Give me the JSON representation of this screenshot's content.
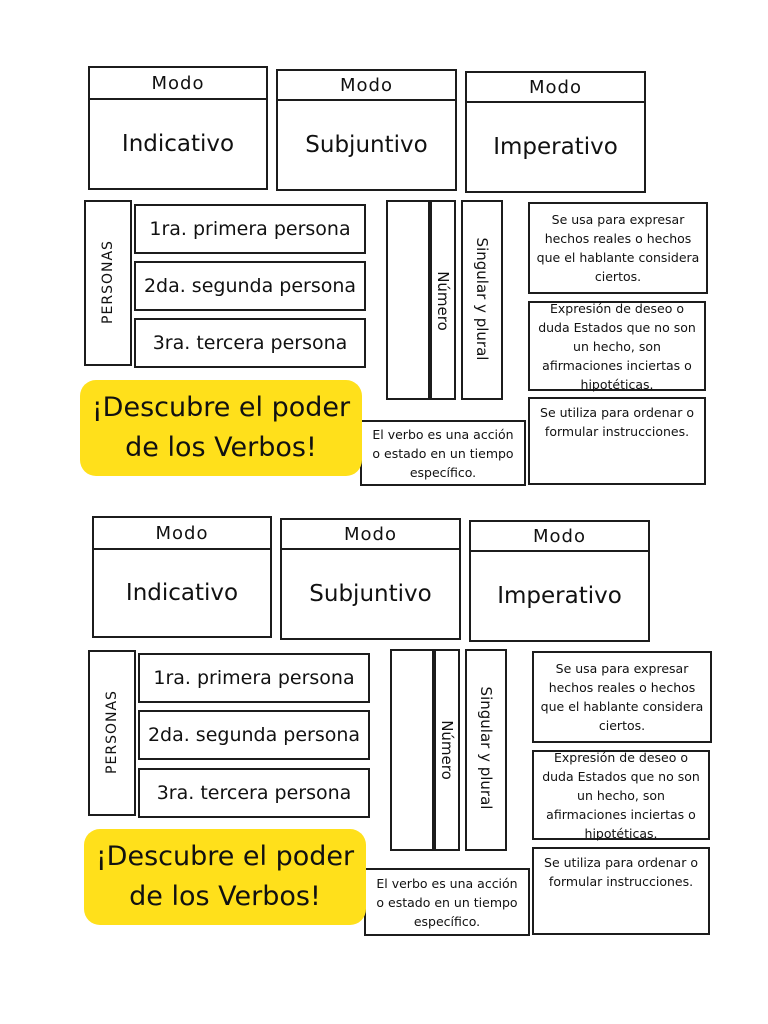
{
  "modes": [
    {
      "header": "Modo",
      "name": "Indicativo"
    },
    {
      "header": "Modo",
      "name": "Subjuntivo"
    },
    {
      "header": "Modo",
      "name": "Imperativo"
    }
  ],
  "personas_label": "PERSONAS",
  "personas": [
    "1ra. primera persona",
    "2da. segunda persona",
    "3ra. tercera persona"
  ],
  "numero_label": "Número",
  "singular_plural_label": "Singular y plural",
  "descriptions": [
    "Se usa para expresar hechos reales o hechos que el hablante considera ciertos.",
    "Expresión de deseo o duda Estados que no son un hecho, son afirmaciones inciertas o hipotéticas.",
    "Se utiliza para ordenar o formular instrucciones."
  ],
  "verb_definition": "El verbo es una acción o estado en un tiempo específico.",
  "promo": "¡Descubre el poder de los Verbos!",
  "accent_color": "#ffe01b"
}
